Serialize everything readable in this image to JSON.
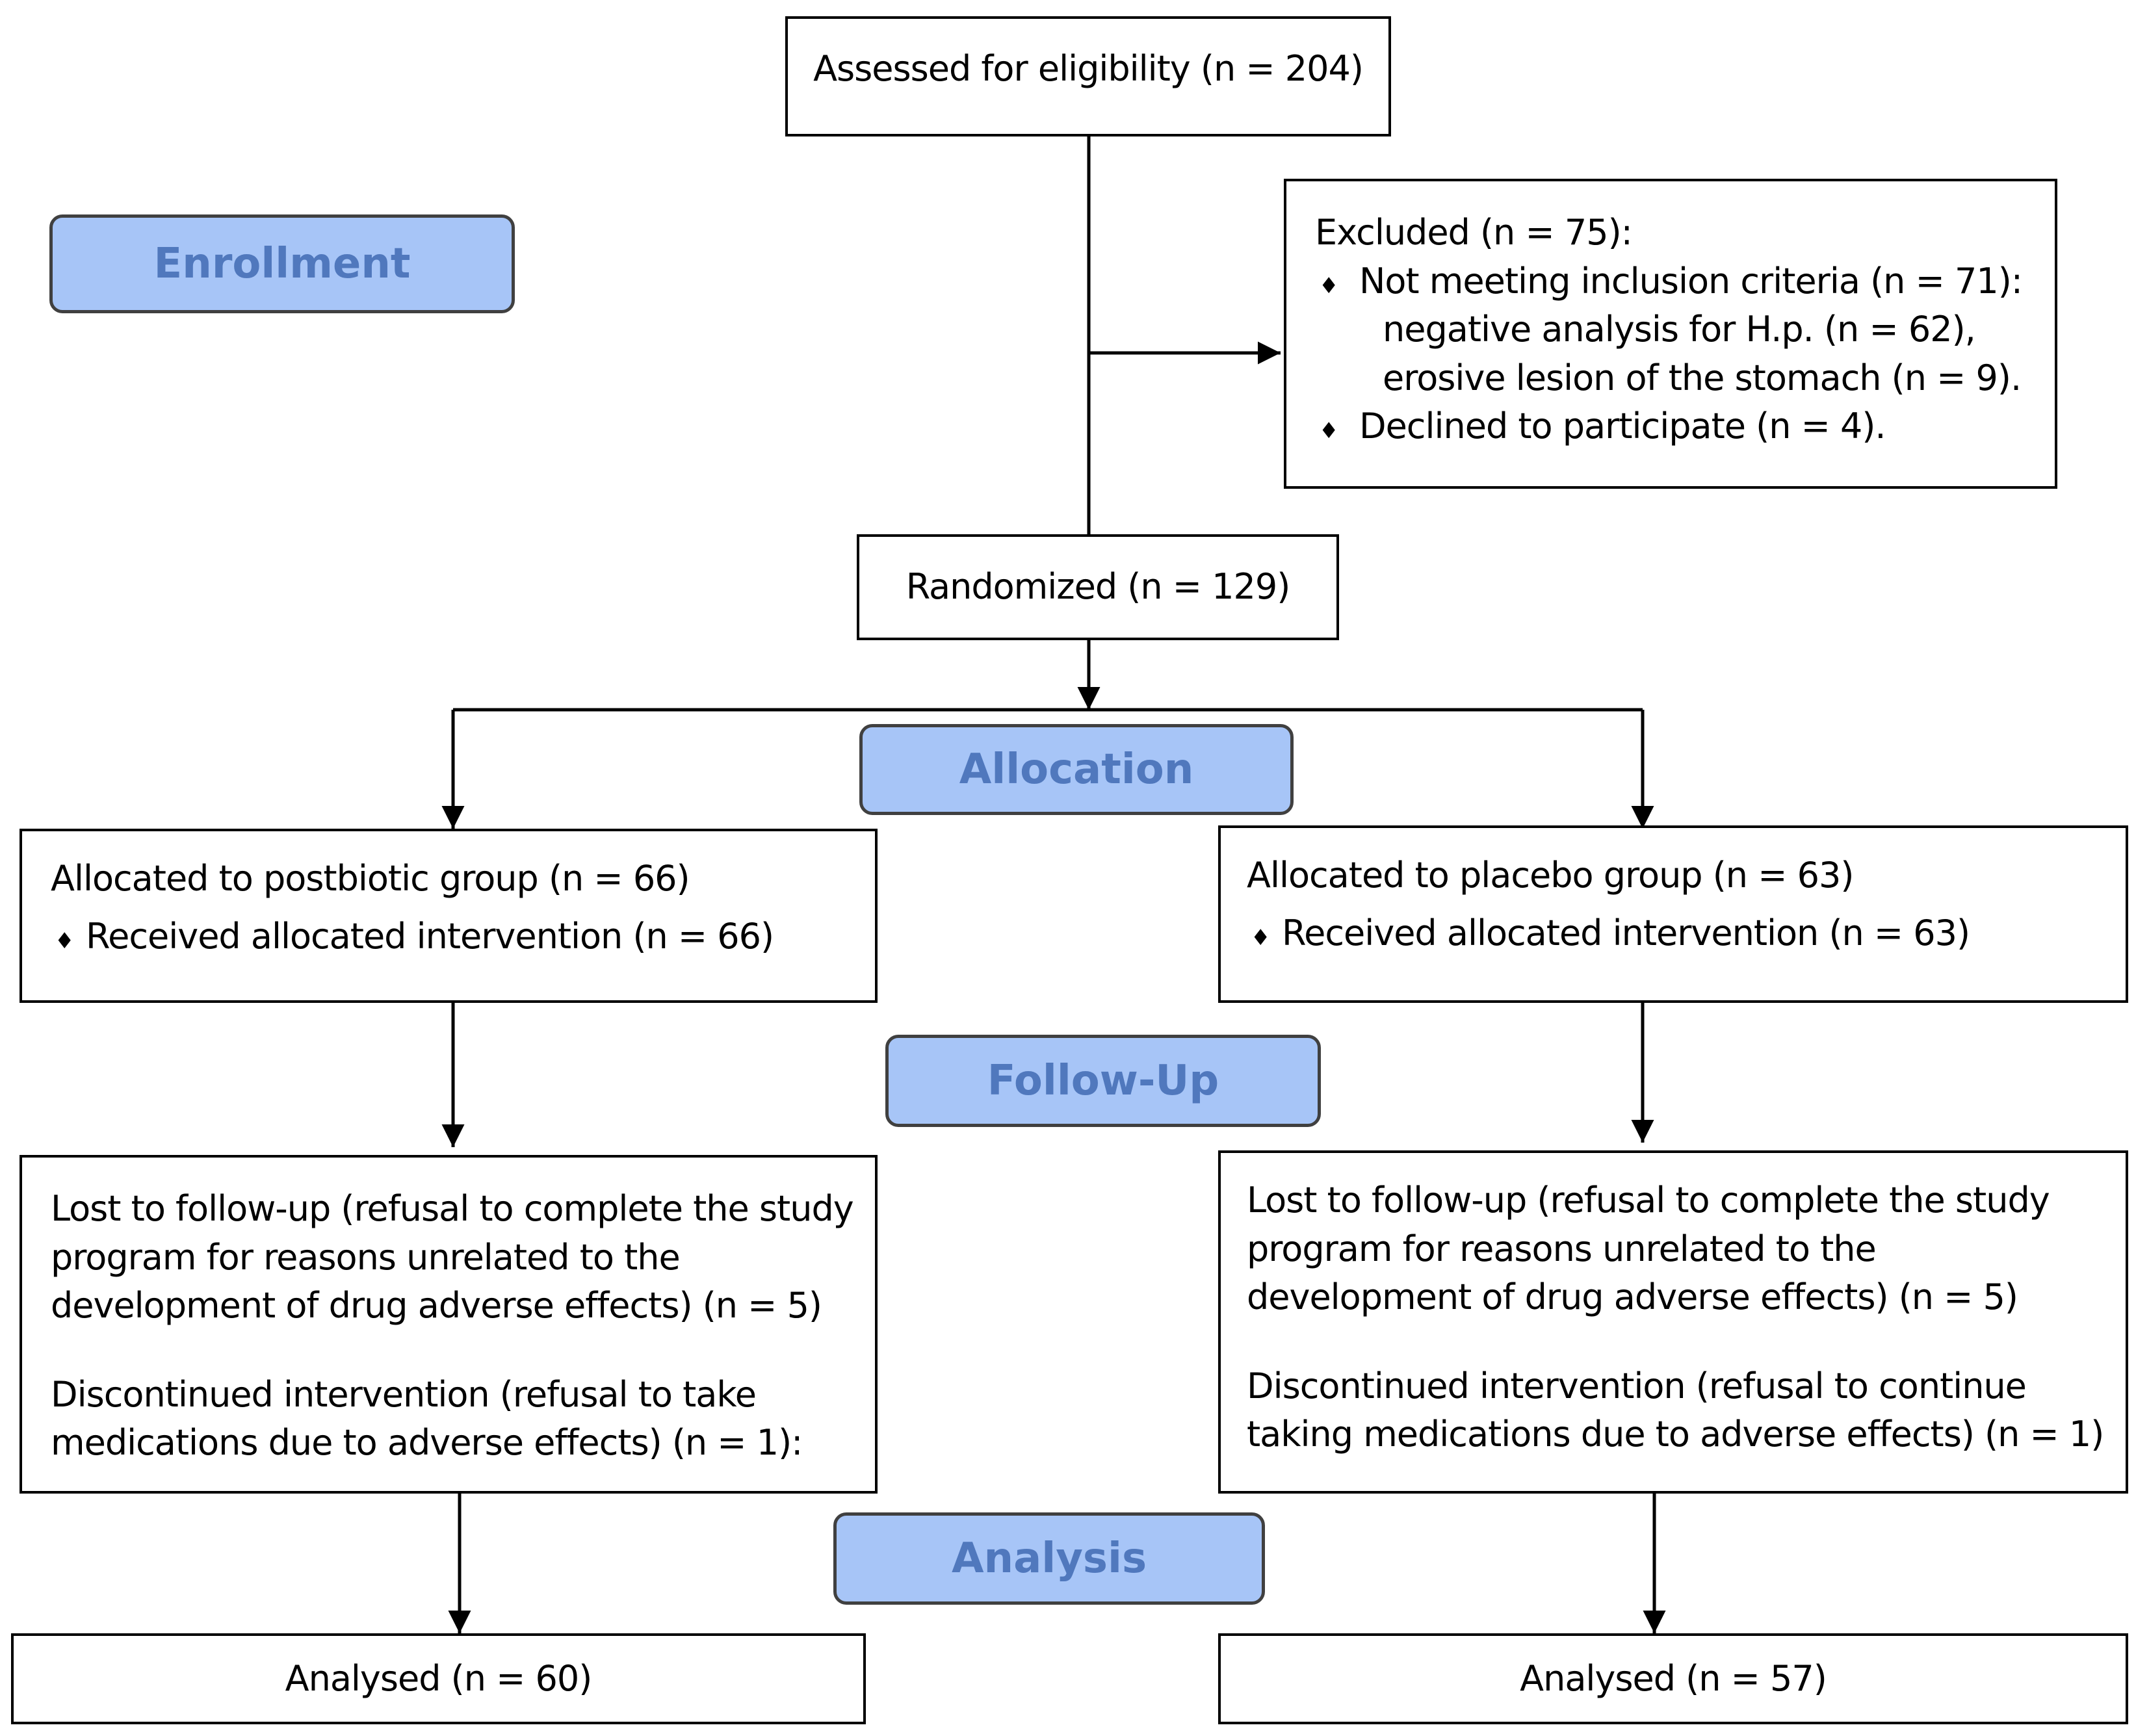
{
  "stages": {
    "enrollment": "Enrollment",
    "allocation": "Allocation",
    "follow_up": "Follow-Up",
    "analysis": "Analysis"
  },
  "assessed": "Assessed for eligibility (n = 204)",
  "excluded": {
    "title": "Excluded (n = 75):",
    "bullet_symbol": "♦",
    "not_meeting": "Not meeting inclusion criteria (n = 71):",
    "sub_items": [
      "negative analysis for H.p. (n = 62),",
      "erosive lesion of the stomach (n = 9)."
    ],
    "declined": "Declined to participate (n = 4)."
  },
  "randomized": "Randomized (n = 129)",
  "allocation": {
    "left": {
      "title": "Allocated to postbiotic group (n = 66)",
      "received": "Received allocated intervention (n = 66)"
    },
    "right": {
      "title": "Allocated to placebo group (n = 63)",
      "received": "Received allocated intervention (n = 63)"
    }
  },
  "follow_up": {
    "left": {
      "lost": "Lost to follow-up (refusal to complete the study program for reasons unrelated to the development of drug adverse effects) (n = 5)",
      "discontinued": "Discontinued intervention (refusal to take medications due to adverse effects) (n = 1):"
    },
    "right": {
      "lost": "Lost to follow-up (refusal to complete the study program for reasons unrelated to the development of drug adverse effects) (n = 5)",
      "discontinued": "Discontinued intervention (refusal to continue taking medications due to adverse effects) (n = 1)"
    }
  },
  "analysis": {
    "left": "Analysed (n = 60)",
    "right": "Analysed (n = 57)"
  },
  "colors": {
    "stage_fill": "#a7c5f7",
    "stage_text": "#5078bd",
    "line": "#000000"
  }
}
